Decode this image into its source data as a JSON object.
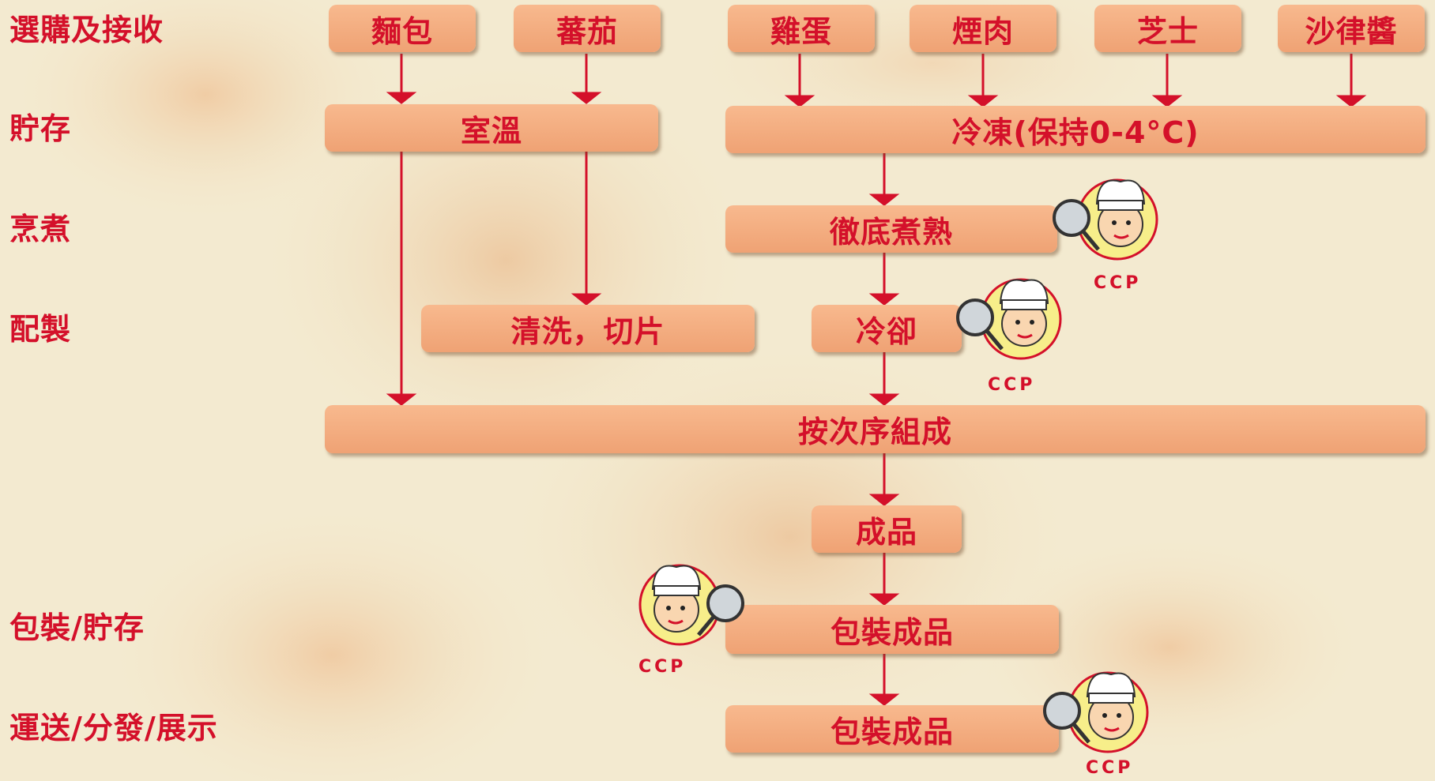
{
  "stages": {
    "purchase": "選購及接收",
    "storage": "貯存",
    "cooking": "烹煮",
    "preparation": "配製",
    "packaging": "包裝/貯存",
    "delivery": "運送/分發/展示"
  },
  "ingredients": {
    "bread": "麵包",
    "tomato": "蕃茄",
    "egg": "雞蛋",
    "bacon": "煙肉",
    "cheese": "芝士",
    "mayo": "沙律醬"
  },
  "steps": {
    "room_temp": "室溫",
    "cold_storage": "冷凍(保持0-4°C)",
    "cook_thoroughly": "徹底煮熟",
    "wash_slice": "清洗，切片",
    "cool": "冷卻",
    "assemble": "按次序組成",
    "finished": "成品",
    "package_1": "包裝成品",
    "package_2": "包裝成品"
  },
  "ccp_label": "CCP",
  "colors": {
    "text": "#d4102a",
    "box": "#f3ab7e",
    "arrow": "#d4102a",
    "background": "#f4ecd0"
  }
}
